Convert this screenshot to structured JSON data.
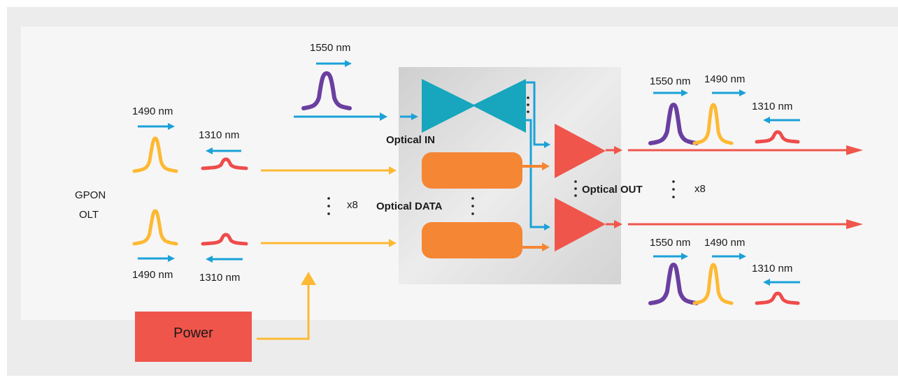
{
  "labels": {
    "gpon_olt_line1": "GPON",
    "gpon_olt_line2": "OLT",
    "in_1550": "1550 nm",
    "in_top_1490": "1490 nm",
    "in_top_1310": "1310 nm",
    "in_bottom_1490": "1490 nm",
    "in_bottom_1310": "1310 nm",
    "x8_left": "x8",
    "optical_in": "Optical IN",
    "optical_data": "Optical DATA",
    "optical_out": "Optical OUT",
    "x8_right": "x8",
    "out_top_1550": "1550 nm",
    "out_top_1490": "1490 nm",
    "out_top_1310": "1310 nm",
    "out_bottom_1550": "1550 nm",
    "out_bottom_1490": "1490 nm",
    "out_bottom_1310": "1310 nm",
    "power": "Power"
  },
  "colors": {
    "arrow_blue": "#1ba1d8",
    "fiber_orange": "#fdb933",
    "peak_purple": "#6b3fa0",
    "peak_yellow": "#fdb933",
    "peak_red": "#ef4b4b",
    "splitter_teal": "#17a6bd",
    "receiver_orange": "#f58634",
    "amplifier_red": "#f0554b",
    "output_red": "#f0554b",
    "power_box": "#f0554b"
  }
}
